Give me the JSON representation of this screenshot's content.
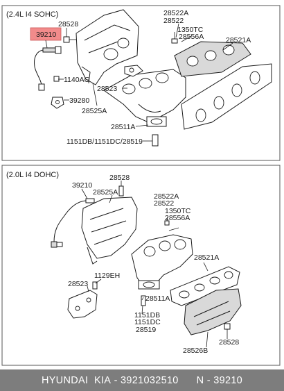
{
  "panels": {
    "top": {
      "title": "(2.4L I4 SOHC)",
      "labels": {
        "p39210": "39210",
        "p28528": "28528",
        "p28522A": "28522A",
        "p28522": "28522",
        "p1350TC": "1350TC",
        "p28556A": "28556A",
        "p28521A": "28521A",
        "p1140AG": "1140AG",
        "p28523": "28523",
        "p39280": "39280",
        "p28525A": "28525A",
        "p28511A": "28511A",
        "p1151": "1151DB/1151DC/28519"
      },
      "highlight_color": "#f28b8b"
    },
    "bottom": {
      "title": "(2.0L I4 DOHC)",
      "labels": {
        "p39210": "39210",
        "p28528a": "28528",
        "p28525A": "28525A",
        "p28522A": "28522A",
        "p28522": "28522",
        "p1350TC": "1350TC",
        "p28556A": "28556A",
        "p28521A": "28521A",
        "p1129EH": "1129EH",
        "p28523": "28523",
        "p28511A": "28511A",
        "p1151DB": "1151DB",
        "p1151DC": "1151DC",
        "p28519": "28519",
        "p28528b": "28528",
        "p28526B": "28526B"
      }
    }
  },
  "footer": {
    "brand": "HYUNDAI  KIA",
    "part_number": "3921032510",
    "oem": "N - 39210"
  }
}
